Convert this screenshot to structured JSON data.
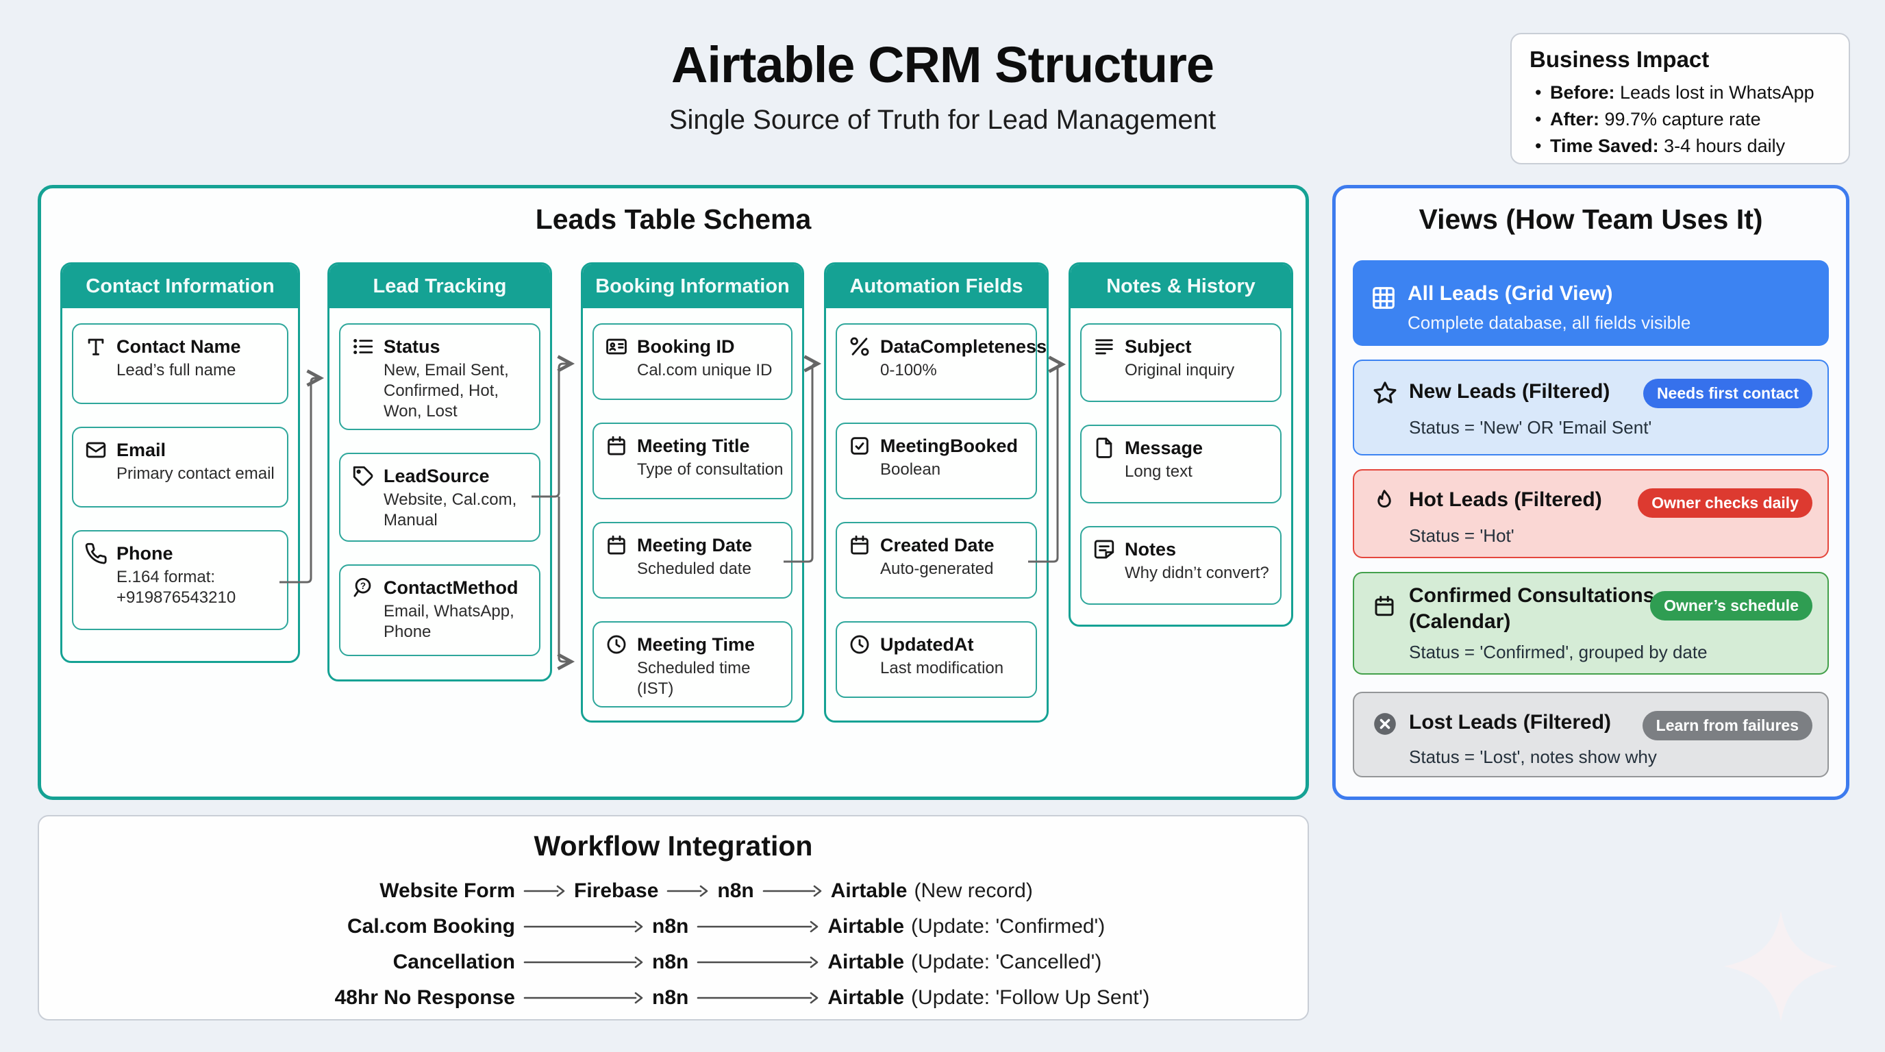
{
  "page": {
    "title": "Airtable CRM Structure",
    "subtitle": "Single Source of Truth for Lead Management"
  },
  "business_impact": {
    "title": "Business Impact",
    "items": [
      {
        "label": "Before:",
        "text": " Leads lost in WhatsApp"
      },
      {
        "label": "After:",
        "text": " 99.7% capture rate"
      },
      {
        "label": "Time Saved:",
        "text": " 3-4 hours daily"
      }
    ]
  },
  "schema": {
    "title": "Leads Table Schema",
    "columns": [
      {
        "title": "Contact Information",
        "fields": [
          {
            "icon": "text-t-icon",
            "name": "Contact Name",
            "desc": "Lead’s full name"
          },
          {
            "icon": "envelope-icon",
            "name": "Email",
            "desc": "Primary contact email"
          },
          {
            "icon": "phone-icon",
            "name": "Phone",
            "desc": "E.164 format: +919876543210"
          }
        ]
      },
      {
        "title": "Lead Tracking",
        "fields": [
          {
            "icon": "list-icon",
            "name": "Status",
            "desc": "New, Email Sent, Confirmed, Hot, Won, Lost"
          },
          {
            "icon": "tag-icon",
            "name": "LeadSource",
            "desc": "Website, Cal.com, Manual"
          },
          {
            "icon": "search-question-icon",
            "name": "ContactMethod",
            "desc": "Email, WhatsApp, Phone"
          }
        ]
      },
      {
        "title": "Booking Information",
        "fields": [
          {
            "icon": "id-card-icon",
            "name": "Booking ID",
            "desc": "Cal.com unique ID"
          },
          {
            "icon": "calendar-icon",
            "name": "Meeting Title",
            "desc": "Type of consultation"
          },
          {
            "icon": "calendar-icon",
            "name": "Meeting Date",
            "desc": "Scheduled date"
          },
          {
            "icon": "clock-icon",
            "name": "Meeting Time",
            "desc": "Scheduled time (IST)"
          }
        ]
      },
      {
        "title": "Automation Fields",
        "fields": [
          {
            "icon": "percent-icon",
            "name": "DataCompleteness",
            "desc": "0-100%"
          },
          {
            "icon": "checkbox-icon",
            "name": "MeetingBooked",
            "desc": "Boolean"
          },
          {
            "icon": "calendar-icon",
            "name": "Created Date",
            "desc": "Auto-generated"
          },
          {
            "icon": "clock-icon",
            "name": "UpdatedAt",
            "desc": "Last modification"
          }
        ]
      },
      {
        "title": "Notes & History",
        "fields": [
          {
            "icon": "text-lines-icon",
            "name": "Subject",
            "desc": "Original inquiry"
          },
          {
            "icon": "document-icon",
            "name": "Message",
            "desc": "Long text"
          },
          {
            "icon": "note-icon",
            "name": "Notes",
            "desc": "Why didn’t convert?"
          }
        ]
      }
    ]
  },
  "views": {
    "title": "Views (How Team Uses It)",
    "items": [
      {
        "icon": "grid-icon",
        "title": "All Leads (Grid View)",
        "subtitle": "Complete database, all fields visible",
        "badge": ""
      },
      {
        "icon": "star-icon",
        "title": "New Leads (Filtered)",
        "subtitle": "Status = 'New' OR 'Email Sent'",
        "badge": "Needs first contact"
      },
      {
        "icon": "flame-icon",
        "title": "Hot Leads (Filtered)",
        "subtitle": "Status = 'Hot'",
        "badge": "Owner checks daily"
      },
      {
        "icon": "calendar-icon",
        "title": "Confirmed Consultations (Calendar)",
        "subtitle": "Status = 'Confirmed', grouped by date",
        "badge": "Owner’s schedule"
      },
      {
        "icon": "x-circle-icon",
        "title": "Lost Leads (Filtered)",
        "subtitle": "Status = 'Lost', notes show why",
        "badge": "Learn from failures"
      }
    ]
  },
  "workflow": {
    "title": "Workflow Integration",
    "rows": [
      {
        "source": "Website Form",
        "steps": [
          "Firebase",
          "n8n"
        ],
        "target": "Airtable",
        "note": "(New record)"
      },
      {
        "source": "Cal.com Booking",
        "steps": [
          "n8n"
        ],
        "target": "Airtable",
        "note": "(Update: 'Confirmed')"
      },
      {
        "source": "Cancellation",
        "steps": [
          "n8n"
        ],
        "target": "Airtable",
        "note": "(Update: 'Cancelled')"
      },
      {
        "source": "48hr No Response",
        "steps": [
          "n8n"
        ],
        "target": "Airtable",
        "note": "(Update: 'Follow Up Sent')"
      }
    ]
  },
  "colors": {
    "teal": "#15a294",
    "blue": "#3c83f2",
    "badge_blue": "#3671ec",
    "red": "#e4473d",
    "badge_red": "#dd3a30",
    "green": "#43a04b",
    "badge_green": "#2f9d52",
    "gray": "#949698",
    "badge_gray": "#7c7f83",
    "connector": "#666666"
  }
}
